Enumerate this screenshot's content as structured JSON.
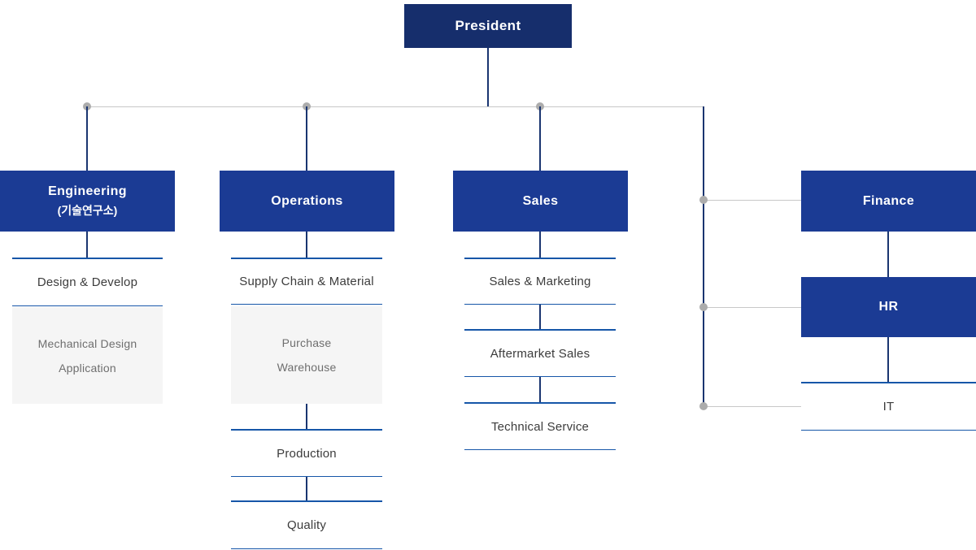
{
  "colors": {
    "president_bg": "#162E6C",
    "department_bg": "#1B3B94",
    "cell_border_blue": "#1656A8",
    "connector_navy": "#1A3570",
    "connector_gray": "#C8C8C8",
    "dot_gray": "#ACACAC",
    "panel_bg": "#F5F5F5",
    "panel_text": "#6E6E6E",
    "cell_text": "#3C3C3C",
    "box_text": "#FFFFFF"
  },
  "chart_data": {
    "type": "org-chart",
    "root": "President",
    "branches": [
      {
        "title": "Engineering",
        "subtitle": "(기술연구소)",
        "children": [
          "Design & Develop",
          [
            "Mechanical Design",
            "Application"
          ]
        ]
      },
      {
        "title": "Operations",
        "children": [
          "Supply Chain & Material",
          [
            "Purchase",
            "Warehouse"
          ],
          "Production",
          "Quality"
        ]
      },
      {
        "title": "Sales",
        "children": [
          "Sales & Marketing",
          "Aftermarket Sales",
          "Technical Service"
        ]
      },
      {
        "title": "Finance",
        "children": [
          "HR",
          "IT"
        ]
      }
    ]
  },
  "nodes": {
    "president": {
      "label": "President"
    },
    "engineering": {
      "title": "Engineering",
      "subtitle": "(기술연구소)",
      "items": {
        "design_develop": "Design & Develop"
      },
      "panel": [
        "Mechanical Design",
        "Application"
      ]
    },
    "operations": {
      "title": "Operations",
      "items": {
        "supply_chain": "Supply Chain & Material",
        "production": "Production",
        "quality": "Quality"
      },
      "panel": [
        "Purchase",
        "Warehouse"
      ]
    },
    "sales": {
      "title": "Sales",
      "items": {
        "sales_marketing": "Sales & Marketing",
        "aftermarket": "Aftermarket Sales",
        "technical": "Technical Service"
      }
    },
    "finance": {
      "title": "Finance",
      "hr": "HR",
      "items": {
        "it": "IT"
      }
    }
  }
}
